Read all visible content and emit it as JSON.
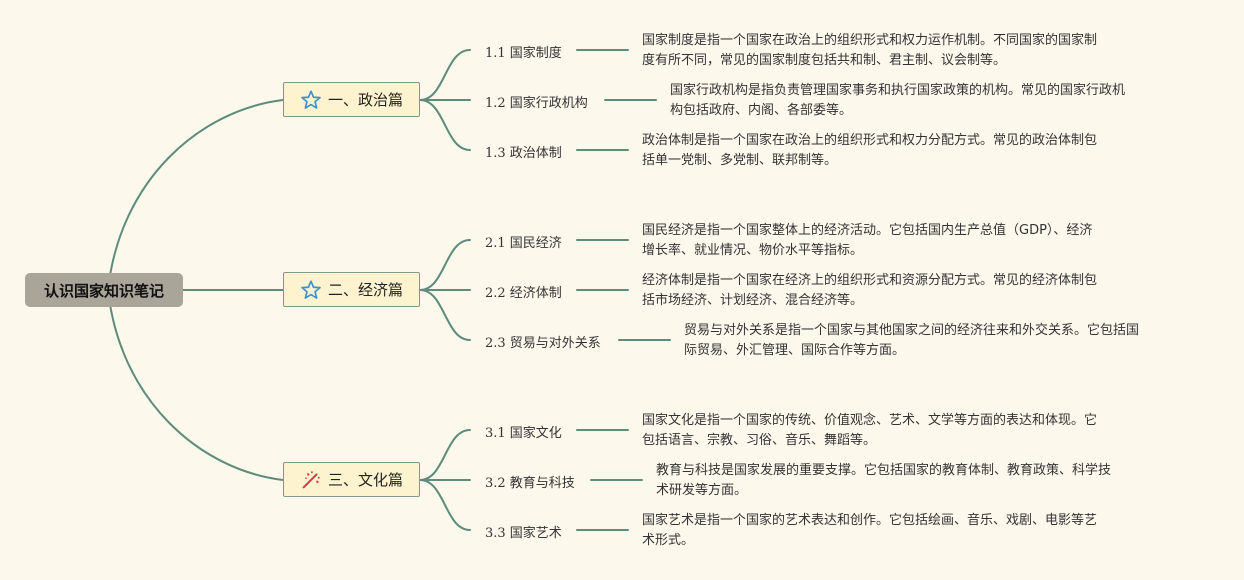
{
  "diagram": {
    "type": "mind-map",
    "root": "认识国家知识笔记",
    "colors": {
      "background": "#fcf8ec",
      "connector": "#5e8c7c",
      "root_fill": "#a9a699",
      "branch_fill": "#fdf3cf",
      "branch_border": "#7e9b8f",
      "star_icon": "#3d8fd3",
      "wand_icon": "#d8364a"
    },
    "branches": [
      {
        "label": "一、政治篇",
        "icon": "star-icon",
        "children": [
          {
            "label": "1.1 国家制度",
            "desc_lines": [
              "国家制度是指一个国家在政治上的组织形式和权力运作机制。不同国家的国家制",
              "度有所不同，常见的国家制度包括共和制、君主制、议会制等。"
            ]
          },
          {
            "label": "1.2 国家行政机构",
            "desc_lines": [
              "国家行政机构是指负责管理国家事务和执行国家政策的机构。常见的国家行政机",
              "构包括政府、内阁、各部委等。"
            ]
          },
          {
            "label": "1.3 政治体制",
            "desc_lines": [
              "政治体制是指一个国家在政治上的组织形式和权力分配方式。常见的政治体制包",
              "括单一党制、多党制、联邦制等。"
            ]
          }
        ]
      },
      {
        "label": "二、经济篇",
        "icon": "star-icon",
        "children": [
          {
            "label": "2.1 国民经济",
            "desc_lines": [
              "国民经济是指一个国家整体上的经济活动。它包括国内生产总值（GDP）、经济",
              "增长率、就业情况、物价水平等指标。"
            ]
          },
          {
            "label": "2.2 经济体制",
            "desc_lines": [
              "经济体制是指一个国家在经济上的组织形式和资源分配方式。常见的经济体制包",
              "括市场经济、计划经济、混合经济等。"
            ]
          },
          {
            "label": "2.3 贸易与对外关系",
            "desc_lines": [
              "贸易与对外关系是指一个国家与其他国家之间的经济往来和外交关系。它包括国",
              "际贸易、外汇管理、国际合作等方面。"
            ]
          }
        ]
      },
      {
        "label": "三、文化篇",
        "icon": "magic-wand-icon",
        "children": [
          {
            "label": "3.1 国家文化",
            "desc_lines": [
              "国家文化是指一个国家的传统、价值观念、艺术、文学等方面的表达和体现。它",
              "包括语言、宗教、习俗、音乐、舞蹈等。"
            ]
          },
          {
            "label": "3.2 教育与科技",
            "desc_lines": [
              "教育与科技是国家发展的重要支撑。它包括国家的教育体制、教育政策、科学技",
              "术研发等方面。"
            ]
          },
          {
            "label": "3.3 国家艺术",
            "desc_lines": [
              "国家艺术是指一个国家的艺术表达和创作。它包括绘画、音乐、戏剧、电影等艺",
              "术形式。"
            ]
          }
        ]
      }
    ]
  }
}
